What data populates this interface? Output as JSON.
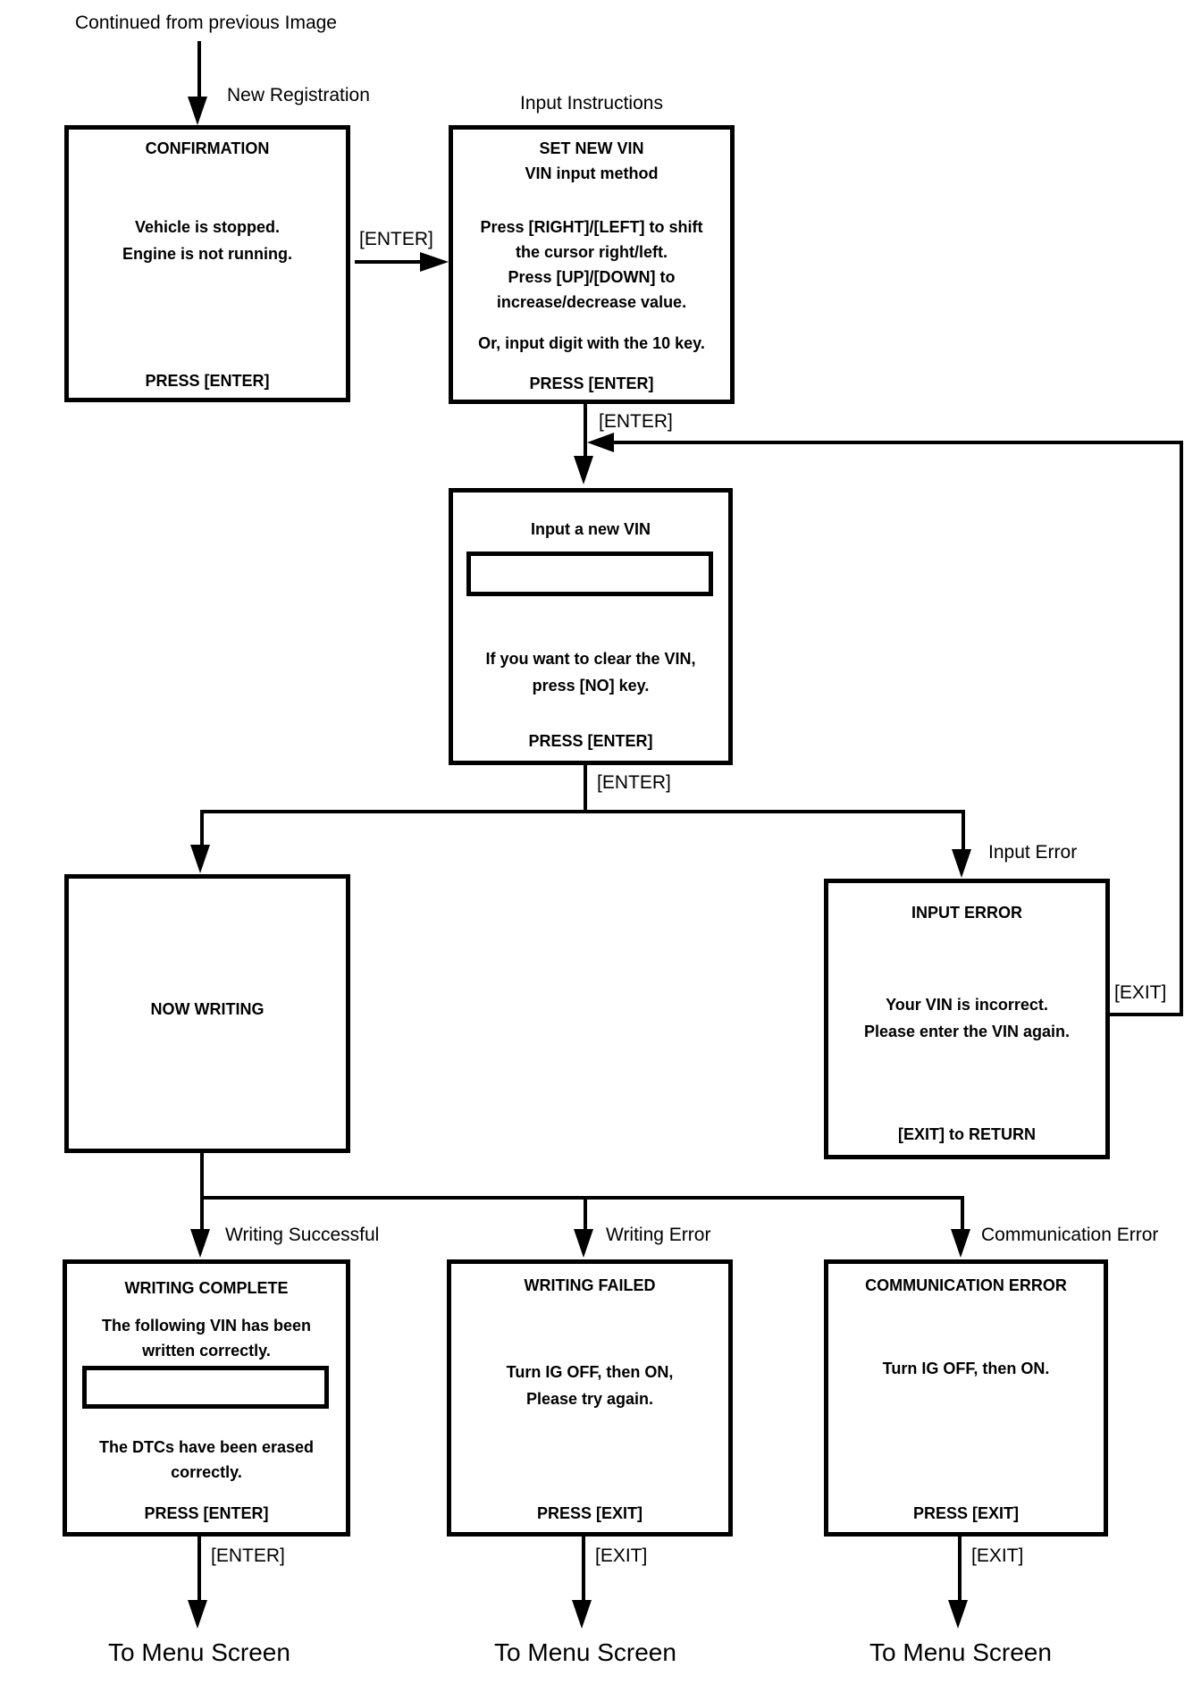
{
  "colors": {
    "ink": "#000000",
    "paper": "#ffffff"
  },
  "annotations": {
    "continued": "Continued from previous Image",
    "new_registration": "New Registration",
    "input_instructions": "Input Instructions",
    "enter": "[ENTER]",
    "exit": "[EXIT]",
    "input_error": "Input Error",
    "writing_successful": "Writing Successful",
    "writing_error": "Writing Error",
    "communication_error": "Communication Error",
    "to_menu_screen": "To Menu Screen"
  },
  "screens": {
    "confirmation": {
      "title": "CONFIRMATION",
      "body": [
        "Vehicle is stopped.",
        "Engine is not running."
      ],
      "footer": "PRESS [ENTER]"
    },
    "set_new_vin": {
      "title": [
        "SET NEW VIN",
        "VIN input method"
      ],
      "body": [
        "Press [RIGHT]/[LEFT] to shift",
        "the cursor right/left.",
        "Press [UP]/[DOWN] to",
        "increase/decrease value."
      ],
      "note": "Or, input digit with the 10 key.",
      "footer": "PRESS [ENTER]"
    },
    "input_new_vin": {
      "title": "Input a new VIN",
      "vin_field_value": "",
      "body": [
        "If you want to clear the VIN,",
        "press [NO] key."
      ],
      "footer": "PRESS [ENTER]"
    },
    "now_writing": {
      "title": "NOW WRITING"
    },
    "input_error": {
      "title": "INPUT ERROR",
      "body": [
        "Your VIN is incorrect.",
        "Please enter the VIN again."
      ],
      "footer": "[EXIT] to RETURN"
    },
    "writing_complete": {
      "title": "WRITING COMPLETE",
      "body_top": [
        "The following VIN has been",
        "written correctly."
      ],
      "vin_field_value": "",
      "body_bottom": [
        "The DTCs have been erased",
        "correctly."
      ],
      "footer": "PRESS [ENTER]"
    },
    "writing_failed": {
      "title": "WRITING FAILED",
      "body": [
        "Turn IG OFF, then ON,",
        "Please try again."
      ],
      "footer": "PRESS [EXIT]"
    },
    "communication_error": {
      "title": "COMMUNICATION ERROR",
      "body": [
        "Turn IG OFF, then ON."
      ],
      "footer": "PRESS [EXIT]"
    }
  }
}
